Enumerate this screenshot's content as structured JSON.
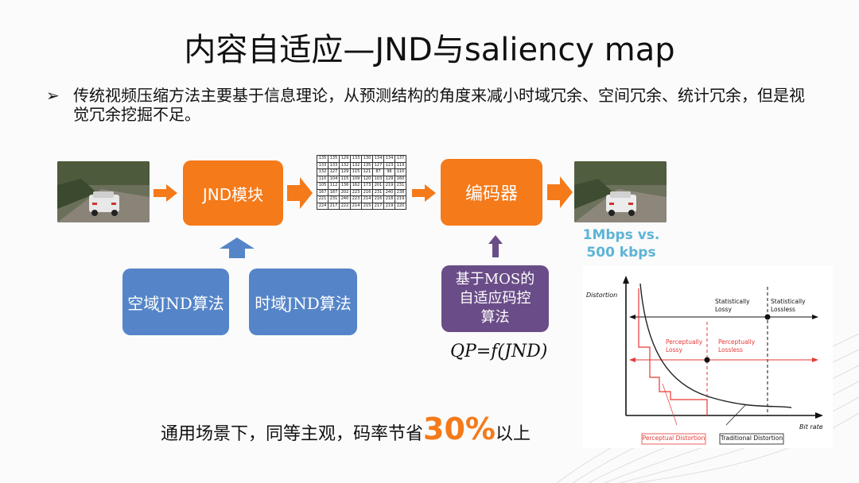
{
  "slide": {
    "title": "内容自适应—JND与saliency map",
    "bullet_marker": "➢",
    "bullet_text": "传统视频压缩方法主要基于信息理论，从预测结构的角度来减小时域冗余、空间冗余、统计冗余，但是视觉冗余挖掘不足。"
  },
  "pipeline": {
    "jnd_module": "JND模块",
    "encoder": "编码器",
    "bitrate_note": "1Mbps vs. 500 kbps",
    "spatial_jnd": "空域JND算法",
    "temporal_jnd": "时域JND算法",
    "mos_rate_control": "基于MOS的自适应码控算法",
    "qp_formula": "QP=f(JND)"
  },
  "jnd_matrix": [
    [
      "135",
      "135",
      "129",
      "133",
      "130",
      "134",
      "134",
      "137"
    ],
    [
      "133",
      "133",
      "132",
      "132",
      "135",
      "127",
      "123",
      "119"
    ],
    [
      "132",
      "127",
      "129",
      "115",
      "121",
      "87",
      "96",
      "110"
    ],
    [
      "110",
      "104",
      "115",
      "109",
      "120",
      "103",
      "129",
      "160"
    ],
    [
      "105",
      "112",
      "136",
      "162",
      "173",
      "201",
      "219",
      "231"
    ],
    [
      "167",
      "187",
      "202",
      "223",
      "216",
      "231",
      "240",
      "238"
    ],
    [
      "221",
      "231",
      "240",
      "223",
      "214",
      "216",
      "218",
      "219"
    ],
    [
      "224",
      "217",
      "222",
      "214",
      "215",
      "217",
      "219",
      "220"
    ]
  ],
  "rd_chart": {
    "y_label": "Distortion",
    "x_label": "Bit rate",
    "statistically_lossy": "Statistically Lossy",
    "statistically_lossless": "Statistically Lossless",
    "perceptually_lossy": "Perceptually Lossy",
    "perceptually_lossless": "Perceptually Lossless",
    "legend_perceptual": "Perceptual Distortion",
    "legend_traditional": "Traditional Distortion",
    "colors": {
      "perceptual": "#e53935",
      "traditional": "#222222"
    }
  },
  "summary": {
    "prefix": "通用场景下，同等主观，码率节省",
    "percent": "30%",
    "suffix": "以上"
  },
  "colors": {
    "orange": "#f47a1a",
    "blue": "#5585c8",
    "purple": "#6a4d88",
    "bitrate": "#5eb4d6"
  }
}
